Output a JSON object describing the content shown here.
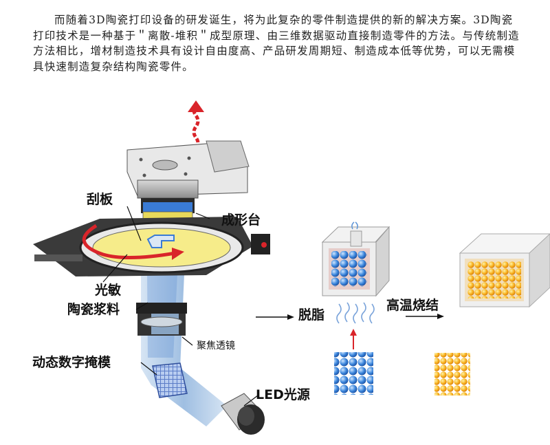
{
  "intro_text": "而随着3D陶瓷打印设备的研发诞生，将为此复杂的零件制造提供的新的解决方案。3D陶瓷打印技术是一种基于＂离散-堆积＂成型原理、由三维数据驱动直接制造零件的方法。与传统制造方法相比，增材制造技术具有设计自由度高、产品研发周期短、制造成本低等优势，可以无需模具快速制造复杂结构陶瓷零件。",
  "labels": {
    "scraper": "刮板",
    "platform": "成形台",
    "slurry_line1": "光敏",
    "slurry_line2": "陶瓷浆料",
    "lens": "聚焦透镜",
    "mask": "动态数字掩模",
    "led": "LED光源",
    "debinding": "脱脂",
    "sintering": "高温烧结"
  },
  "colors": {
    "arrow_red": "#d9242a",
    "blue_part": "#3a7bd5",
    "yellow_slurry": "#f6ec8a",
    "orange_part": "#f7b026",
    "light_beam": "#9fc3e6"
  }
}
